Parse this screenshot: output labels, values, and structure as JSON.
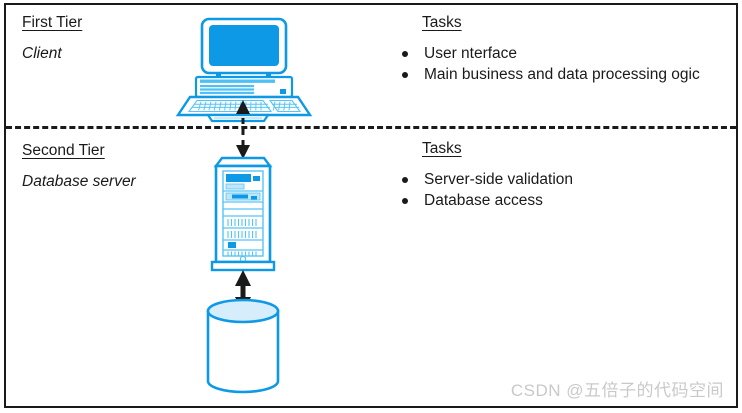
{
  "diagram": {
    "title": "Two-tier client/server architecture",
    "colors": {
      "accent_blue": "#0d99e5",
      "accent_blue_light": "#bfe6fa",
      "ink": "#1a1a1a",
      "watermark": "#c9c9c9",
      "background": "#ffffff"
    },
    "tiers": [
      {
        "heading": "First Tier",
        "subtitle": "Client",
        "icon": "desktop-computer-icon",
        "tasks_heading": "Tasks",
        "tasks": [
          "User  nterface",
          "Main business and data processing  ogic"
        ]
      },
      {
        "heading": "Second Tier",
        "subtitle": "Database server",
        "icon": "server-tower-icon",
        "tasks_heading": "Tasks",
        "tasks": [
          "Server-side validation",
          "Database access"
        ]
      }
    ],
    "database_icon": "database-cylinder-icon",
    "connectors": [
      {
        "name": "client-to-server-connector",
        "style": "dashed",
        "arrows": "bidirectional"
      },
      {
        "name": "server-to-database-connector",
        "style": "solid",
        "arrows": "bidirectional"
      }
    ],
    "divider": {
      "name": "tier-divider",
      "style": "dashed"
    }
  },
  "watermark": "CSDN @五倍子的代码空间"
}
